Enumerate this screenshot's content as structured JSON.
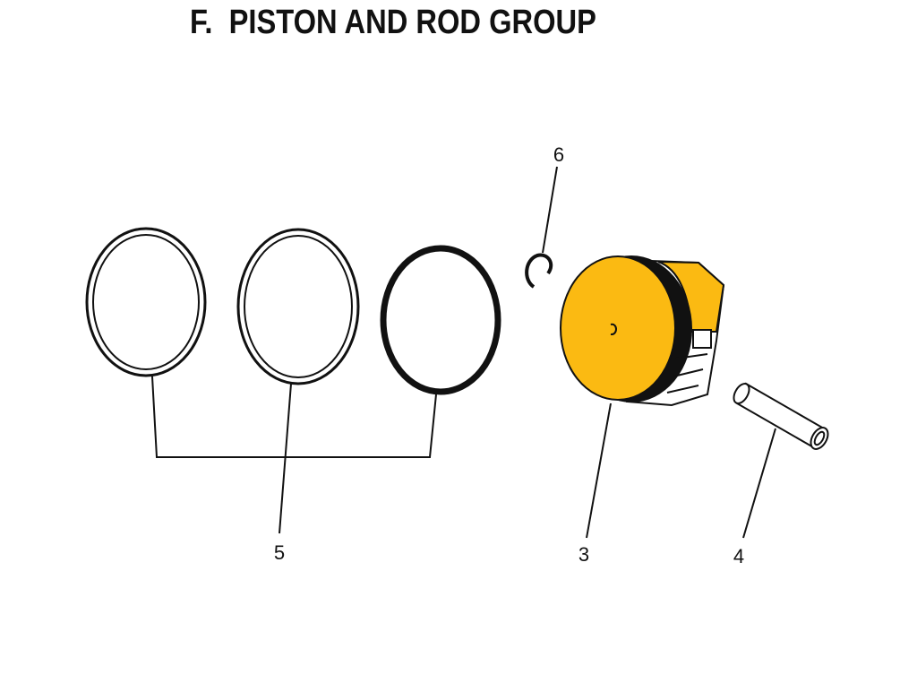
{
  "title": "F.  PISTON AND ROD GROUP",
  "callouts": {
    "rings": "5",
    "piston": "3",
    "pin": "4",
    "clip": "6"
  },
  "colors": {
    "piston_fill": "#FBBA12",
    "line": "#111111"
  }
}
